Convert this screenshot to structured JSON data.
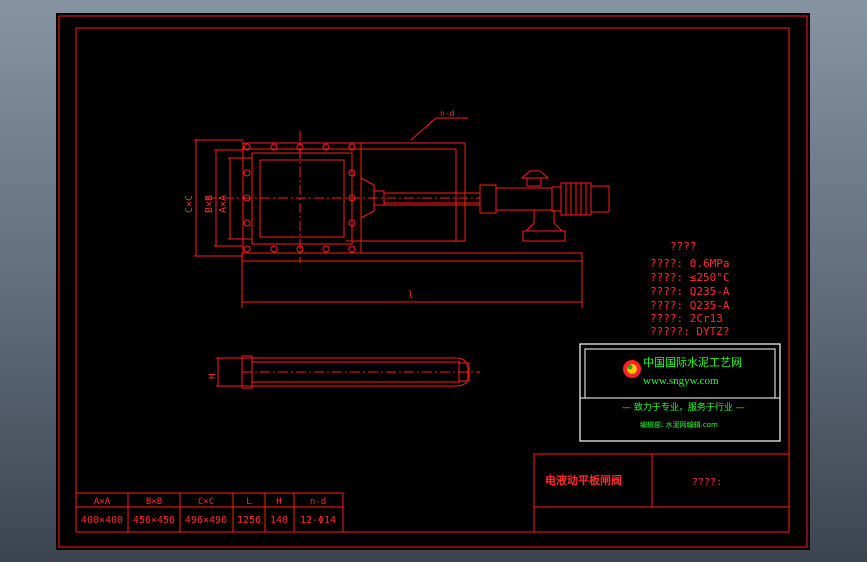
{
  "drawing": {
    "label_nd": "n-d",
    "label_l": "l",
    "dim_cxc": "C×C",
    "dim_bxb": "B×B",
    "dim_axa": "A×A",
    "dim_h": "H"
  },
  "specs": {
    "title": "????",
    "lines": [
      "????: 0.6MPa",
      "????: ≤250°C",
      "????: Q235-A",
      "????: Q235-A",
      "????: 2Cr13",
      "?????: DYTZ?"
    ]
  },
  "logo": {
    "name": "中国国际水泥工艺网",
    "url": "www.sngyw.com",
    "slogan": "— 致力于专业，服务于行业 —",
    "editor": "编辑部: 水泥网编辑.com"
  },
  "title_block": {
    "name": "电液动平板闸阀",
    "code": "????:"
  },
  "table": {
    "headers": [
      "A×A",
      "B×B",
      "C×C",
      "L",
      "H",
      "n-d"
    ],
    "row": [
      "400×400",
      "456×456",
      "496×496",
      "1256",
      "140",
      "12-Φ14"
    ]
  }
}
